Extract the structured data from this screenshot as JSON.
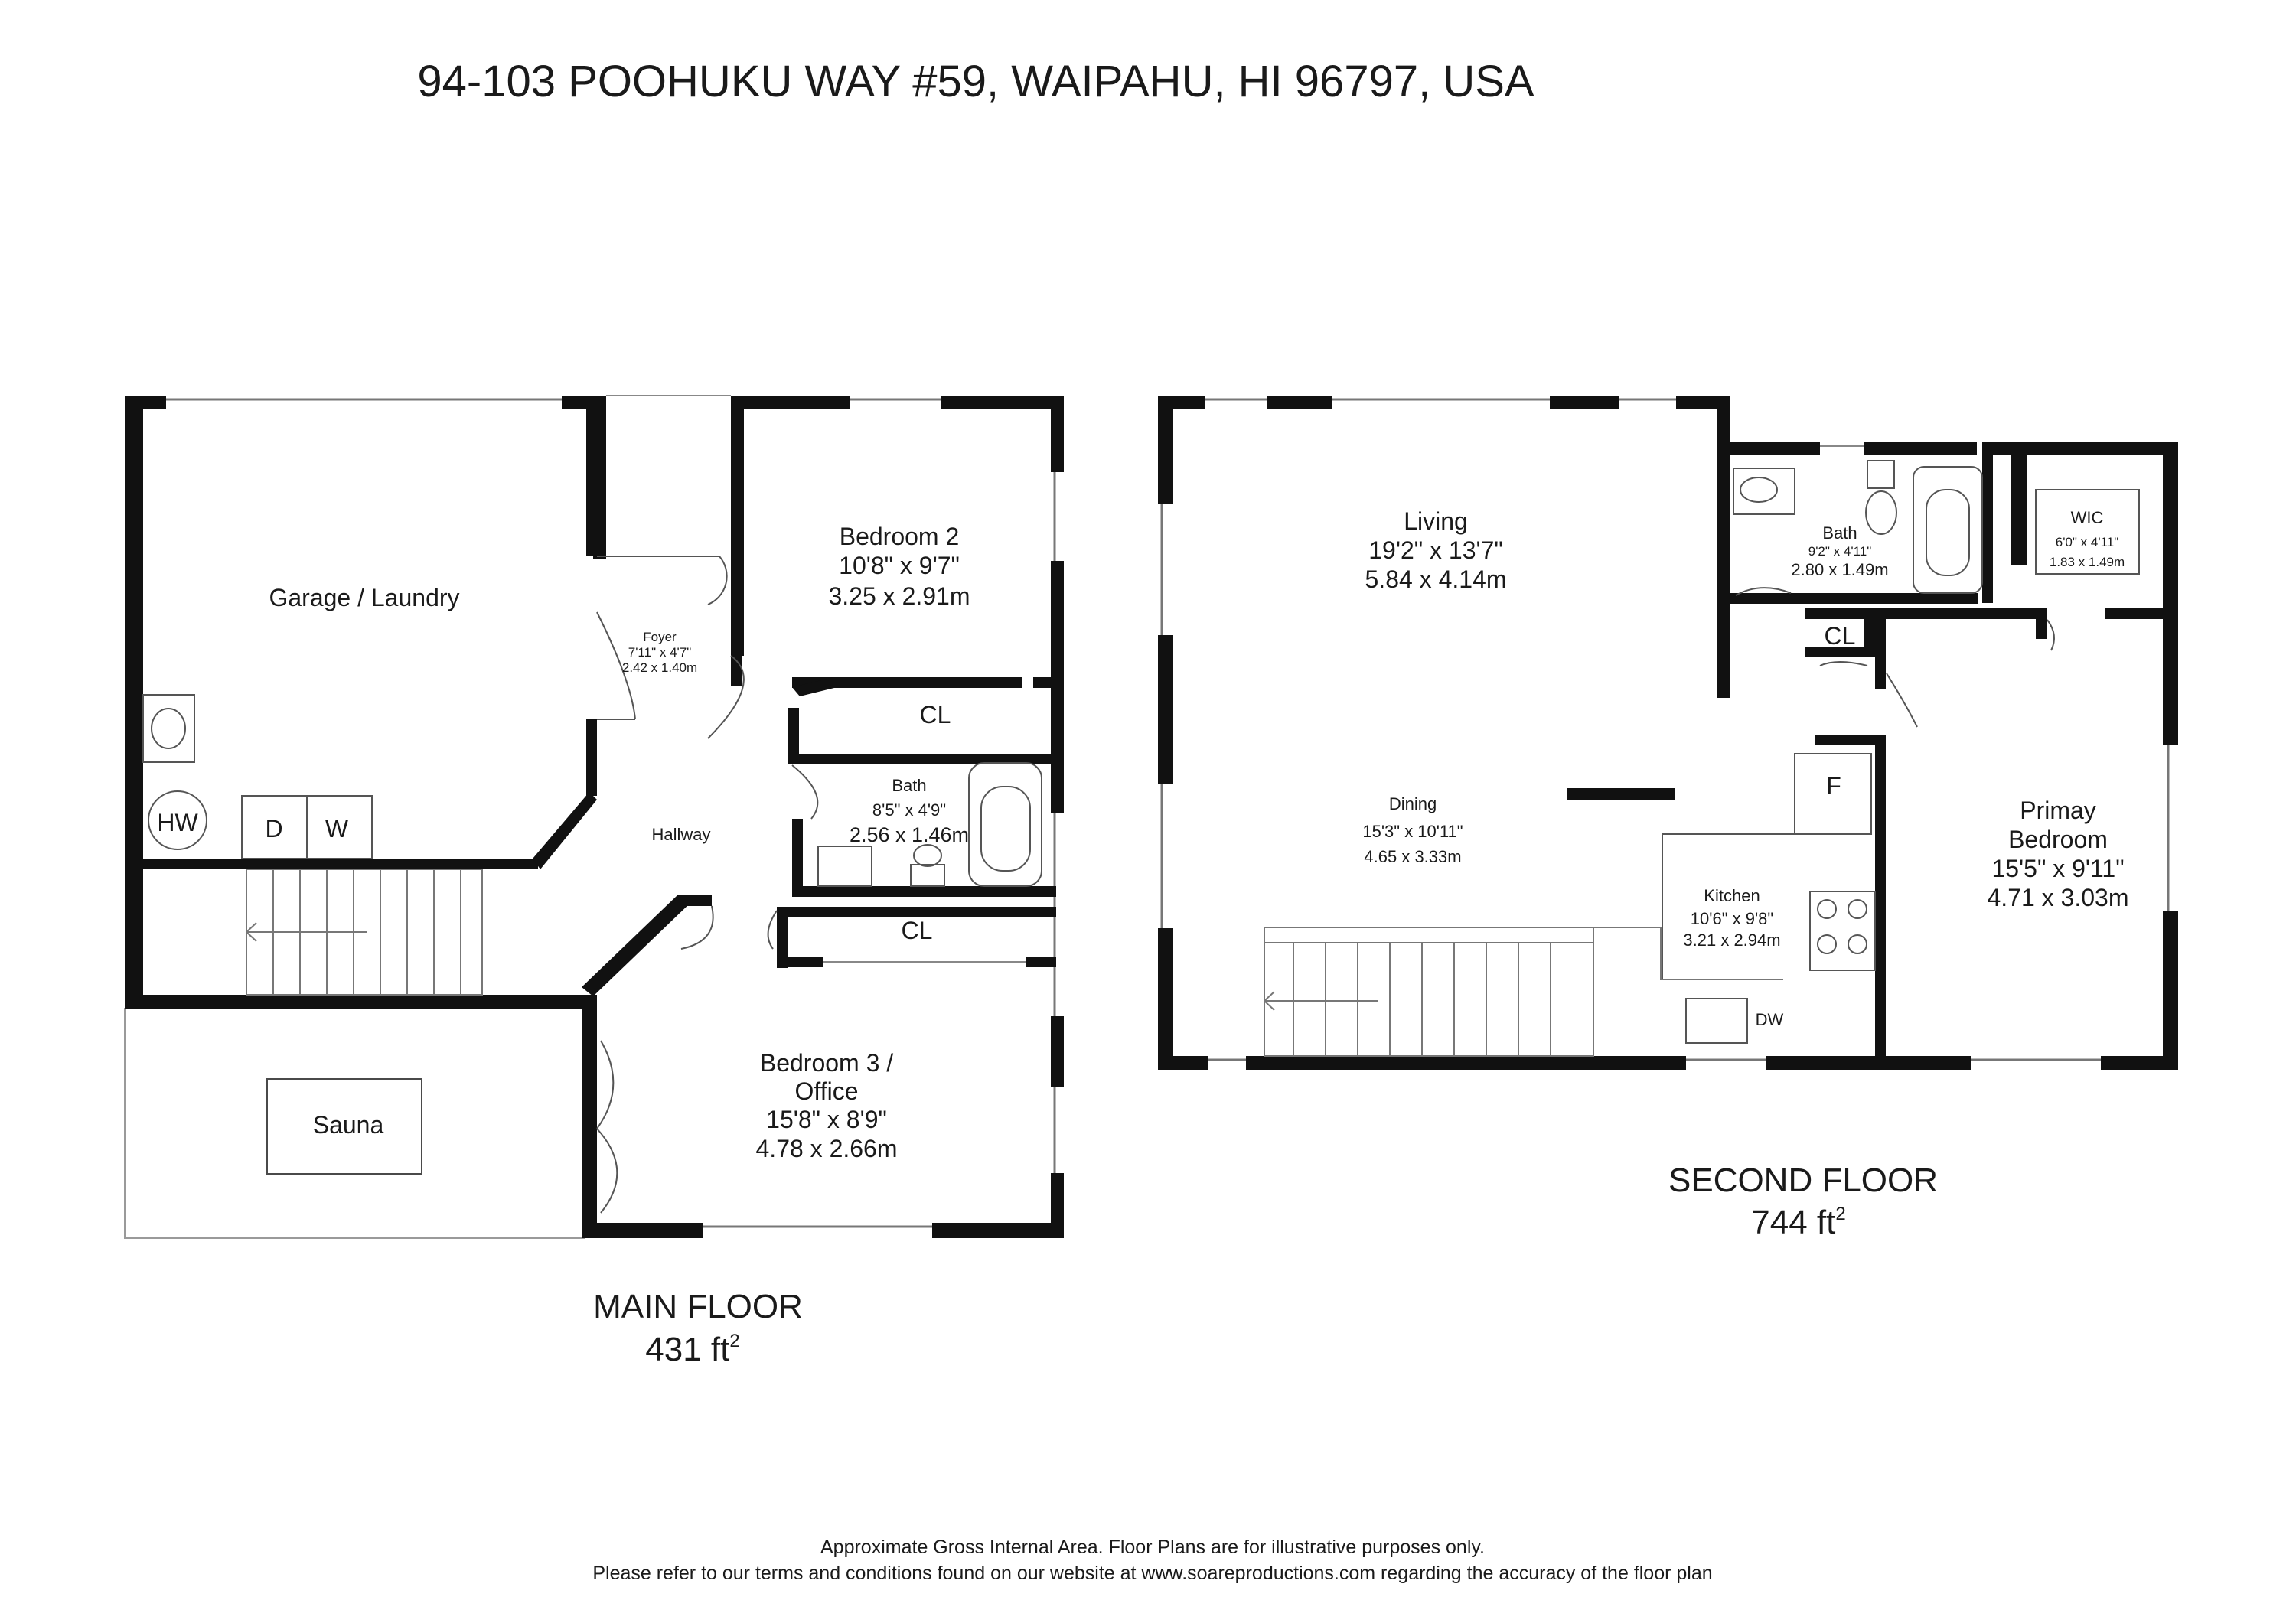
{
  "header": {
    "address": "94-103 POOHUKU WAY #59, WAIPAHU, HI 96797, USA"
  },
  "main_floor": {
    "label": "MAIN FLOOR",
    "area": "431 ft",
    "area_sup": "2",
    "rooms": {
      "garage": {
        "name": "Garage / Laundry"
      },
      "hw": {
        "name": "HW"
      },
      "dryer": {
        "name": "D"
      },
      "washer": {
        "name": "W"
      },
      "foyer": {
        "name": "Foyer",
        "imperial": "7'11\" x 4'7\"",
        "metric": "2.42 x 1.40m"
      },
      "hallway": {
        "name": "Hallway"
      },
      "bedroom2": {
        "name": "Bedroom 2",
        "imperial": "10'8\" x 9'7\"",
        "metric": "3.25 x 2.91m"
      },
      "closet_a": {
        "name": "CL"
      },
      "bath": {
        "name": "Bath",
        "imperial": "8'5\" x 4'9\"",
        "metric": "2.56 x 1.46m"
      },
      "closet_b": {
        "name": "CL"
      },
      "sauna": {
        "name": "Sauna"
      },
      "bedroom3": {
        "name_line1": "Bedroom 3 /",
        "name_line2": "Office",
        "imperial": "15'8\" x 8'9\"",
        "metric": "4.78 x 2.66m"
      }
    }
  },
  "second_floor": {
    "label": "SECOND FLOOR",
    "area": "744 ft",
    "area_sup": "2",
    "rooms": {
      "living": {
        "name": "Living",
        "imperial": "19'2\" x 13'7\"",
        "metric": "5.84 x 4.14m"
      },
      "dining": {
        "name": "Dining",
        "imperial": "15'3\" x 10'11\"",
        "metric": "4.65 x 3.33m"
      },
      "bath": {
        "name": "Bath",
        "imperial": "9'2\" x 4'11\"",
        "metric": "2.80 x 1.49m"
      },
      "wic": {
        "name": "WIC",
        "imperial": "6'0\" x 4'11\"",
        "metric": "1.83 x 1.49m"
      },
      "closet": {
        "name": "CL"
      },
      "fridge": {
        "name": "F"
      },
      "kitchen": {
        "name": "Kitchen",
        "imperial": "10'6\" x 9'8\"",
        "metric": "3.21 x 2.94m"
      },
      "dishwasher": {
        "name": "DW"
      },
      "primary": {
        "name_line1": "Primay",
        "name_line2": "Bedroom",
        "imperial": "15'5\" x 9'11\"",
        "metric": "4.71 x 3.03m"
      }
    }
  },
  "footer": {
    "line1": "Approximate Gross Internal Area. Floor Plans are for illustrative purposes only.",
    "line2": "Please refer to our terms and conditions found on our website at www.soareproductions.com regarding the accuracy of the floor plan"
  }
}
